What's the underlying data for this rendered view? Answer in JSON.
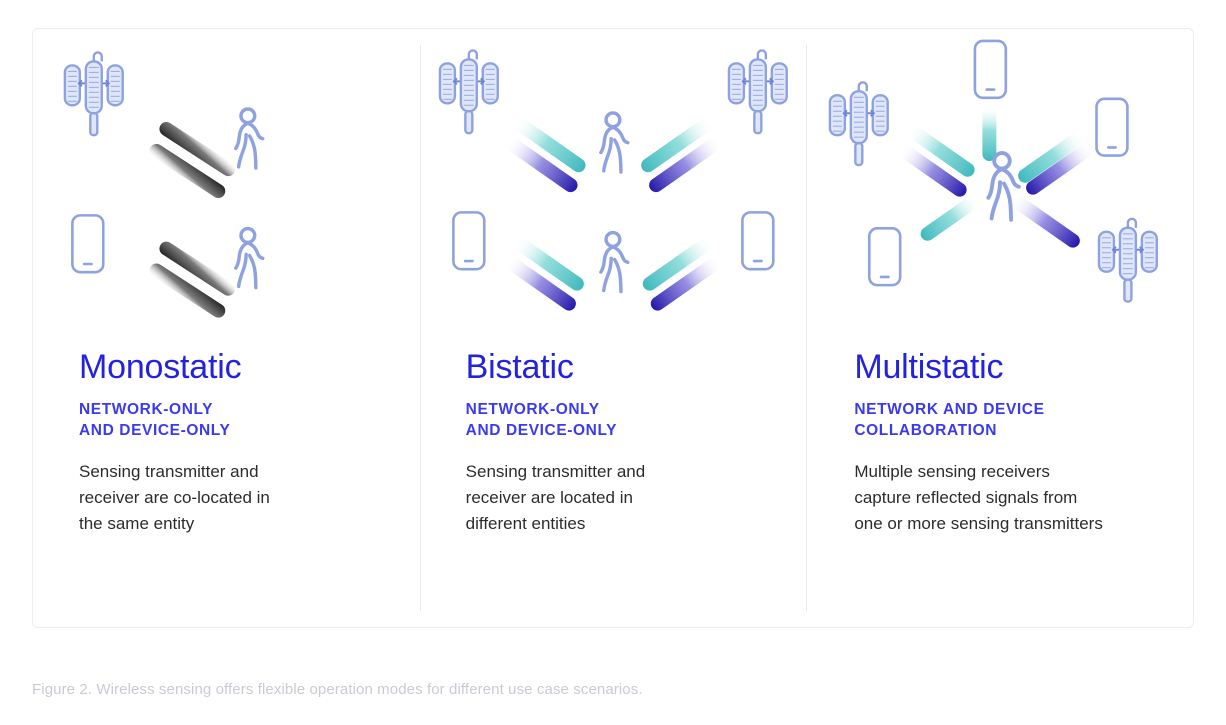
{
  "figure": {
    "caption": "Figure 2. Wireless sensing offers flexible operation modes for different use case scenarios.",
    "border_color": "#ececec",
    "divider_color": "#e9e9e9"
  },
  "colors": {
    "title_blue": "#2323dd",
    "subtitle_blue": "#3a3af0",
    "body_gray": "#2c2c2c",
    "caption_gray": "#c9cbd4",
    "icon_periwinkle": "#8ea2e0",
    "icon_fill": "#e8edfa",
    "beam_teal": "#4ec8c8",
    "beam_indigo": "#2b1fb0",
    "beam_dark": "#1a1a1a"
  },
  "panels": [
    {
      "id": "monostatic",
      "title": "Monostatic",
      "subtitle": "NETWORK-ONLY\nAND DEVICE-ONLY",
      "body": "Sensing transmitter and\nreceiver are co-located in\nthe same entity",
      "diagram": {
        "type": "monostatic",
        "rows": [
          {
            "source": "base-station",
            "beams": 2,
            "target": "walking-person"
          },
          {
            "source": "mobile-phone",
            "beams": 2,
            "target": "walking-person"
          }
        ]
      }
    },
    {
      "id": "bistatic",
      "title": "Bistatic",
      "subtitle": "NETWORK-ONLY\nAND DEVICE-ONLY",
      "body": "Sensing transmitter and\nreceiver are located in\ndifferent entities",
      "diagram": {
        "type": "bistatic",
        "rows": [
          {
            "left": "base-station",
            "right": "base-station",
            "center": "walking-person",
            "beams": 4
          },
          {
            "left": "mobile-phone",
            "right": "mobile-phone",
            "center": "walking-person",
            "beams": 4
          }
        ]
      }
    },
    {
      "id": "multistatic",
      "title": "Multistatic",
      "subtitle": "NETWORK AND DEVICE\nCOLLABORATION",
      "body": "Multiple sensing receivers\ncapture reflected signals from\none or more sensing transmitters",
      "diagram": {
        "type": "multistatic",
        "center": "walking-person",
        "nodes": [
          {
            "icon": "base-station",
            "position": "top-left"
          },
          {
            "icon": "mobile-phone",
            "position": "top-center"
          },
          {
            "icon": "mobile-phone",
            "position": "right"
          },
          {
            "icon": "base-station",
            "position": "bottom-right"
          },
          {
            "icon": "mobile-phone",
            "position": "bottom-left"
          }
        ],
        "beams": 6
      }
    }
  ]
}
